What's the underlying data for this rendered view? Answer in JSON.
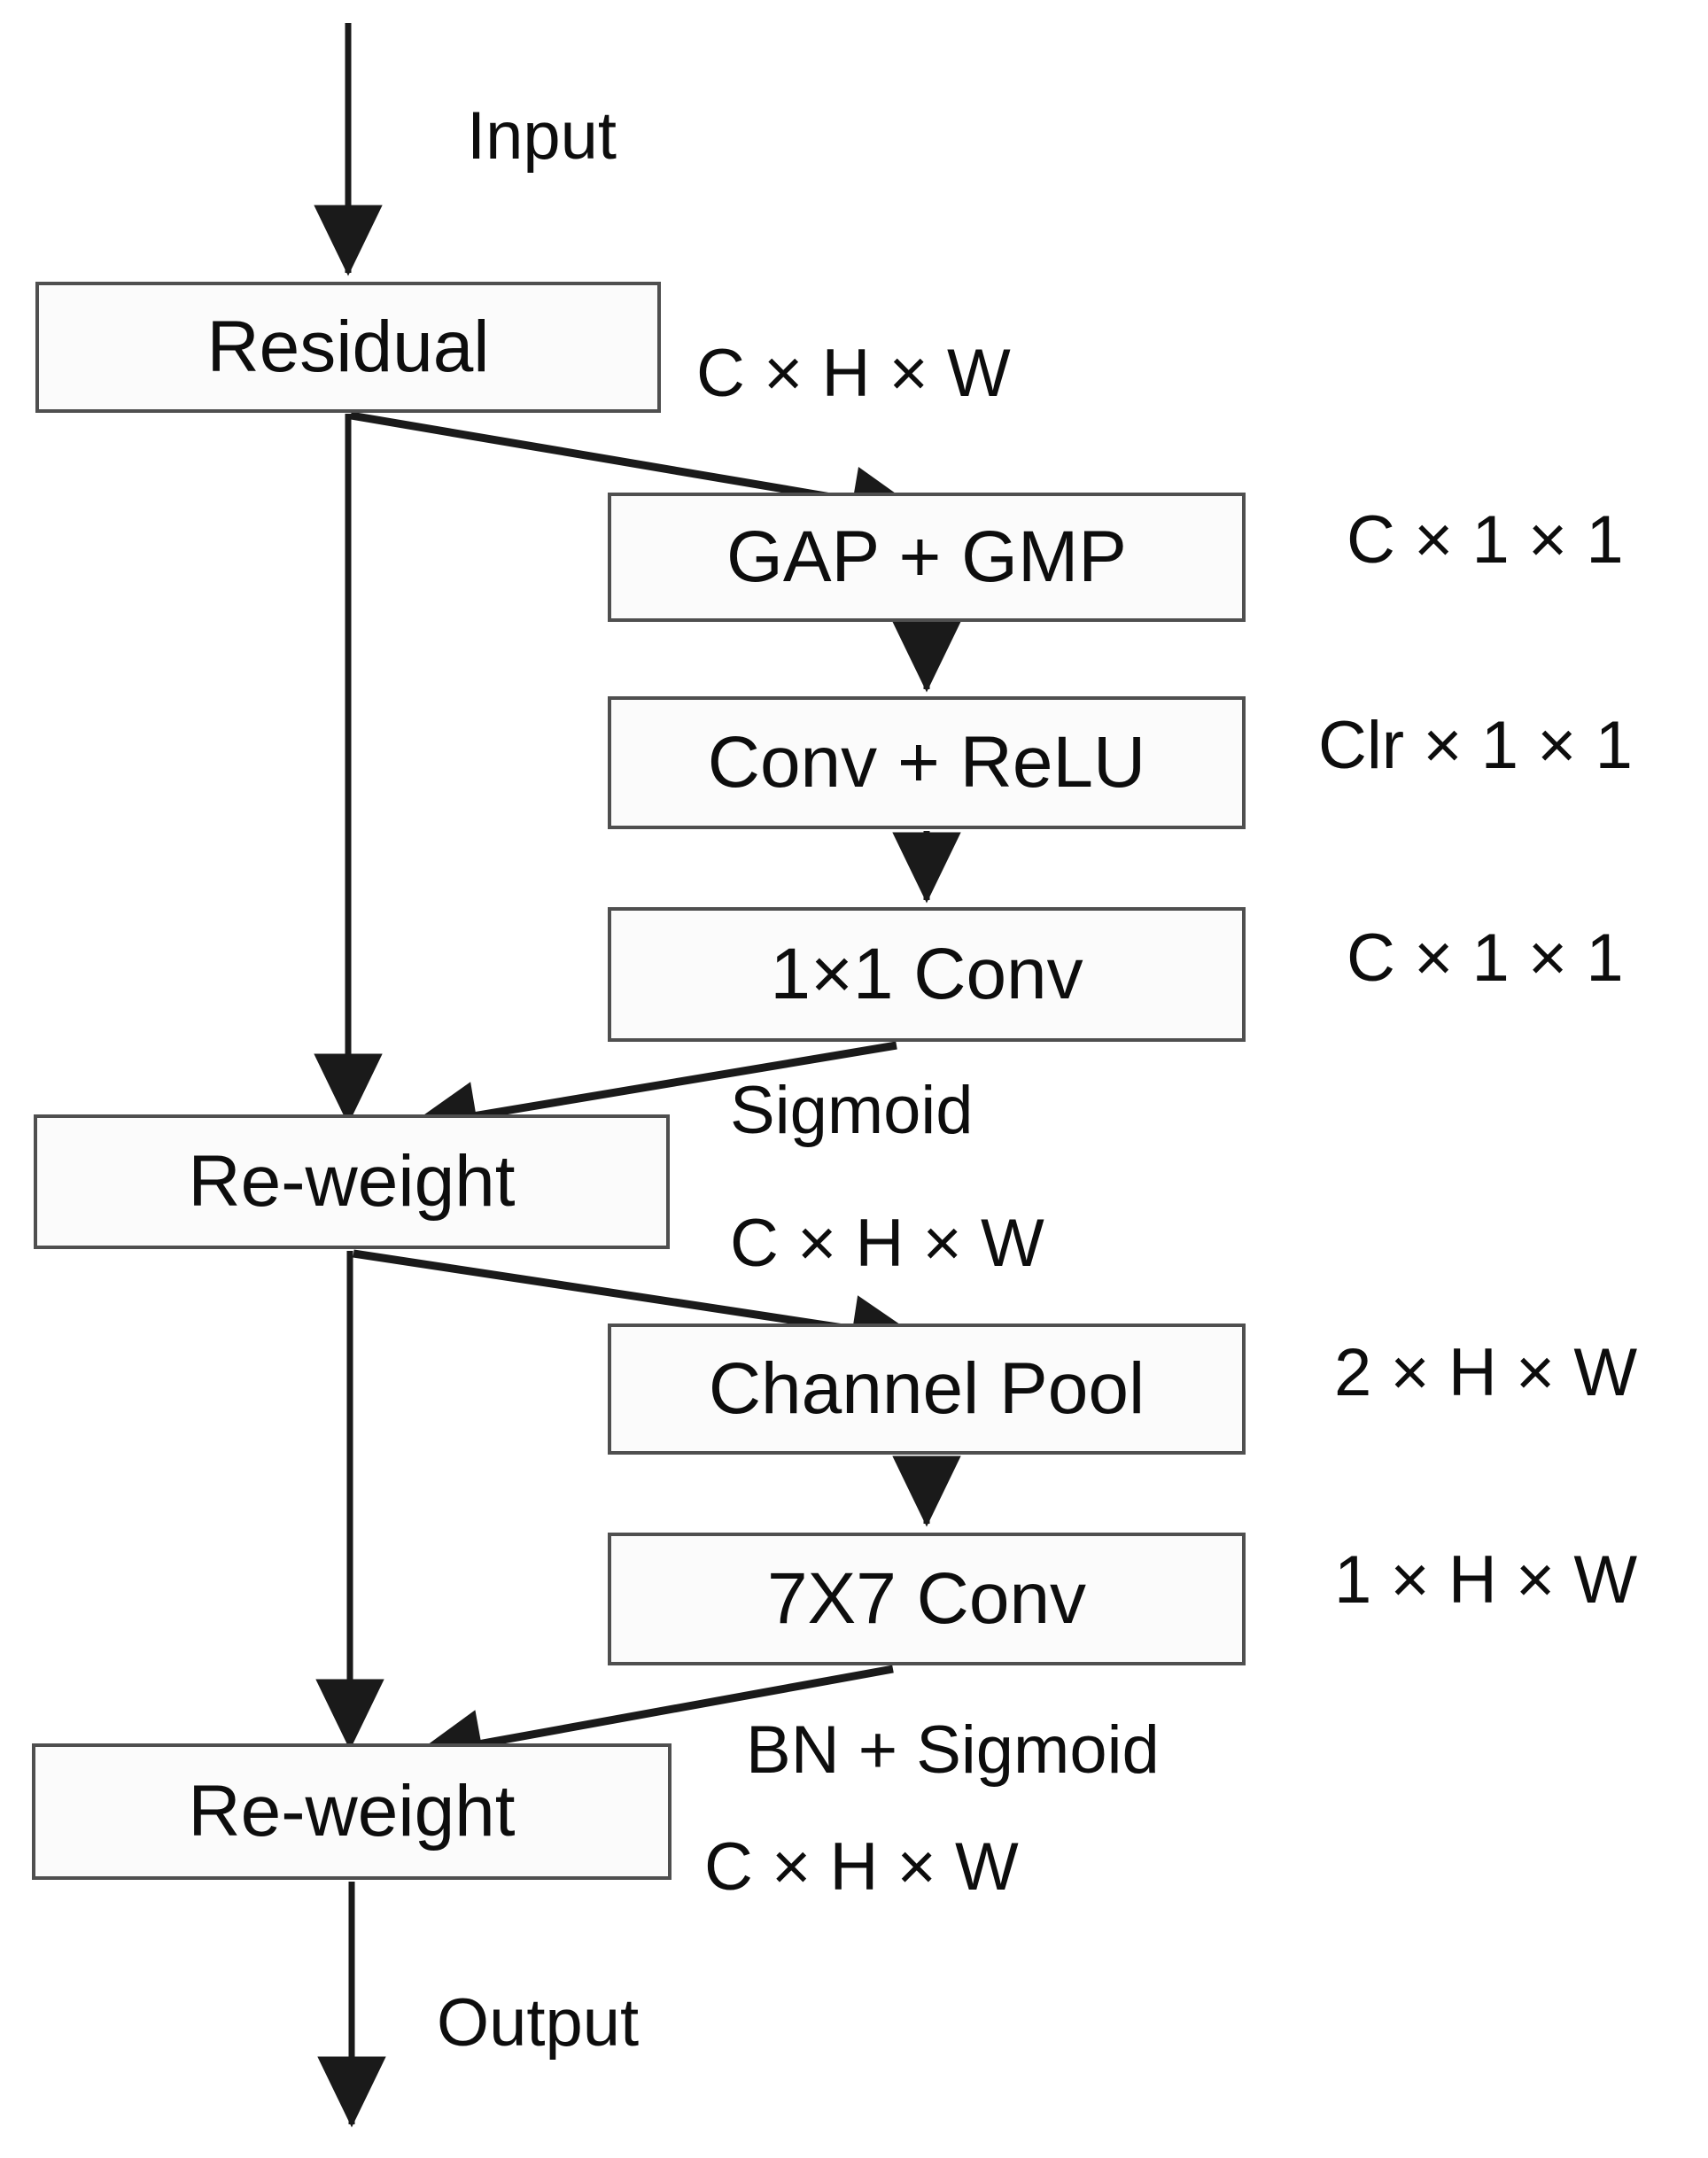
{
  "diagram": {
    "boxes": {
      "residual": {
        "label": "Residual"
      },
      "gap_gmp": {
        "label": "GAP + GMP"
      },
      "conv_relu": {
        "label": "Conv + ReLU"
      },
      "conv_1x1": {
        "label": "1×1 Conv"
      },
      "reweight_1": {
        "label": "Re-weight"
      },
      "channel_pool": {
        "label": "Channel Pool"
      },
      "conv_7x7": {
        "label": "7X7 Conv"
      },
      "reweight_2": {
        "label": "Re-weight"
      }
    },
    "labels": {
      "input": "Input",
      "output": "Output",
      "dim_residual": "C × H × W",
      "dim_gap": "C × 1 × 1",
      "dim_convrelu": "Clr × 1 × 1",
      "dim_conv1x1": "C × 1 × 1",
      "sigmoid": "Sigmoid",
      "dim_reweight1": "C × H × W",
      "dim_channelpool": "2 × H × W",
      "dim_conv7x7": "1 × H × W",
      "bn_sigmoid": "BN + Sigmoid",
      "dim_reweight2": "C × H × W"
    },
    "colors": {
      "line": "#1a1a1a",
      "box_border": "#4f4f4f",
      "box_fill": "#fbfbfb",
      "text": "#0d0d0d",
      "background": "#ffffff"
    }
  }
}
